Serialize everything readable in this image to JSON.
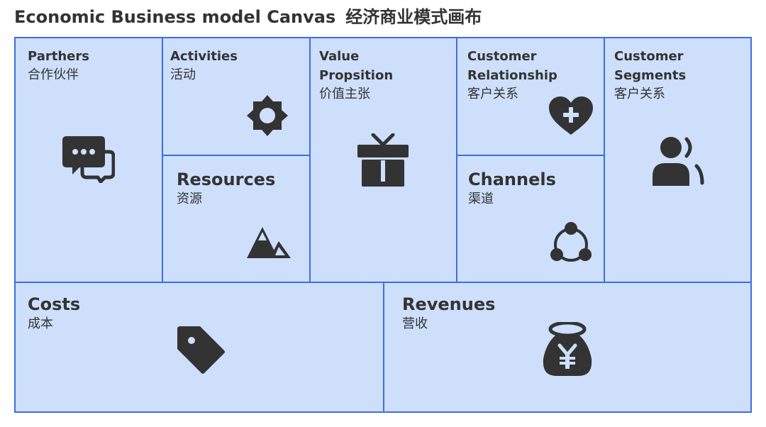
{
  "header": {
    "title_en": "Economic Business model Canvas",
    "title_zh": "经济商业模式画布"
  },
  "colors": {
    "cell_fill": "#cddffb",
    "grid_line": "#3d6ee0",
    "icon": "#333333"
  },
  "cells": {
    "partners": {
      "label_en": "Parthers",
      "label_zh": "合作伙伴",
      "icon": "chat-bubbles-icon"
    },
    "activities": {
      "label_en": "Activities",
      "label_zh": "活动",
      "icon": "gear-icon"
    },
    "resources": {
      "label_en": "Resources",
      "label_zh": "资源",
      "icon": "mountain-icon"
    },
    "value": {
      "label_en_1": "Value",
      "label_en_2": "Propsition",
      "label_zh": "价值主张",
      "icon": "gift-icon"
    },
    "relationship": {
      "label_en_1": "Customer",
      "label_en_2": "Relationship",
      "label_zh": "客户关系",
      "icon": "heart-plus-icon"
    },
    "channels": {
      "label_en": "Channels",
      "label_zh": "渠道",
      "icon": "network-circle-icon"
    },
    "segments": {
      "label_en_1": "Customer",
      "label_en_2": "Segments",
      "label_zh": "客户关系",
      "icon": "users-icon"
    },
    "costs": {
      "label_en": "Costs",
      "label_zh": "成本",
      "icon": "price-tag-icon"
    },
    "revenues": {
      "label_en": "Revenues",
      "label_zh": "营收",
      "icon": "money-bag-icon"
    }
  }
}
